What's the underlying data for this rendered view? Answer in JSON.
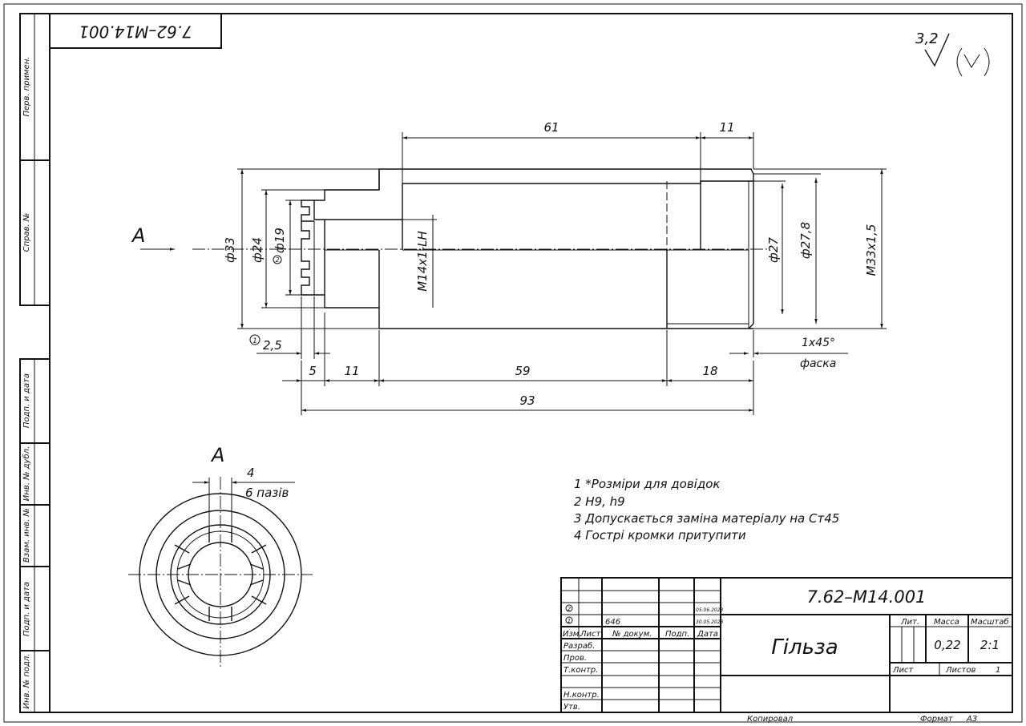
{
  "drawing": {
    "designation": "7.62–M14.001",
    "designation_rotated": "7.62–M14.001",
    "part_name": "Гільза",
    "roughness": "3,2",
    "section_label": "A",
    "view_label": "A"
  },
  "left_strip": {
    "first_use": "Перв. примен.",
    "reference_no": "Справ. №",
    "sign_date_1": "Подп. и дата",
    "inv_dupl": "Инв. № дубл.",
    "interch_inv": "Взам. инв. №",
    "sign_date_2": "Подп. и дата",
    "inv_orig": "Инв. № подл."
  },
  "dimensions": {
    "d61": "61",
    "d11_top": "11",
    "d33": "ф33",
    "d24": "ф24",
    "d19": "ф19",
    "d19_mark": "2",
    "thread_inner": "М14х1-LН",
    "d27": "ф27",
    "d27_8": "ф27,8",
    "thread_outer": "М33х1,5",
    "d2_5_mark": "1",
    "d2_5": "2,5",
    "chamfer": "1х45°",
    "chamfer_word": "фаска",
    "d5": "5",
    "d11_bottom": "11",
    "d59": "59",
    "d18": "18",
    "d93": "93",
    "slot_width": "4",
    "slots": "6 пазів"
  },
  "notes": [
    "1  *Розміри для довідок",
    "2  Н9, h9",
    "3  Допускається заміна матеріалу на Ст45",
    "4  Гострі кромки притупити"
  ],
  "title_block": {
    "rev_mark_1": "2",
    "rev_mark_2": "1",
    "rev_doc": "646",
    "rev_date_1": "05.06.2023",
    "rev_date_2": "30.05.2023",
    "col_change": "Изм.",
    "col_sheet": "Лист",
    "col_doc": "№ докум.",
    "col_sign": "Подп.",
    "col_date": "Дата",
    "role_developed": "Разраб.",
    "role_checked": "Пров.",
    "role_tech": "Т.контр.",
    "role_norm": "Н.контр.",
    "role_approved": "Утв.",
    "hdr_lit": "Лит.",
    "hdr_mass": "Масса",
    "hdr_scale": "Масштаб",
    "mass": "0,22",
    "scale": "2:1",
    "sheet_label": "Лист",
    "sheets_label": "Листов",
    "sheets_total": "1",
    "copied": "Копировал",
    "format_label": "Формат",
    "format_value": "А3"
  }
}
